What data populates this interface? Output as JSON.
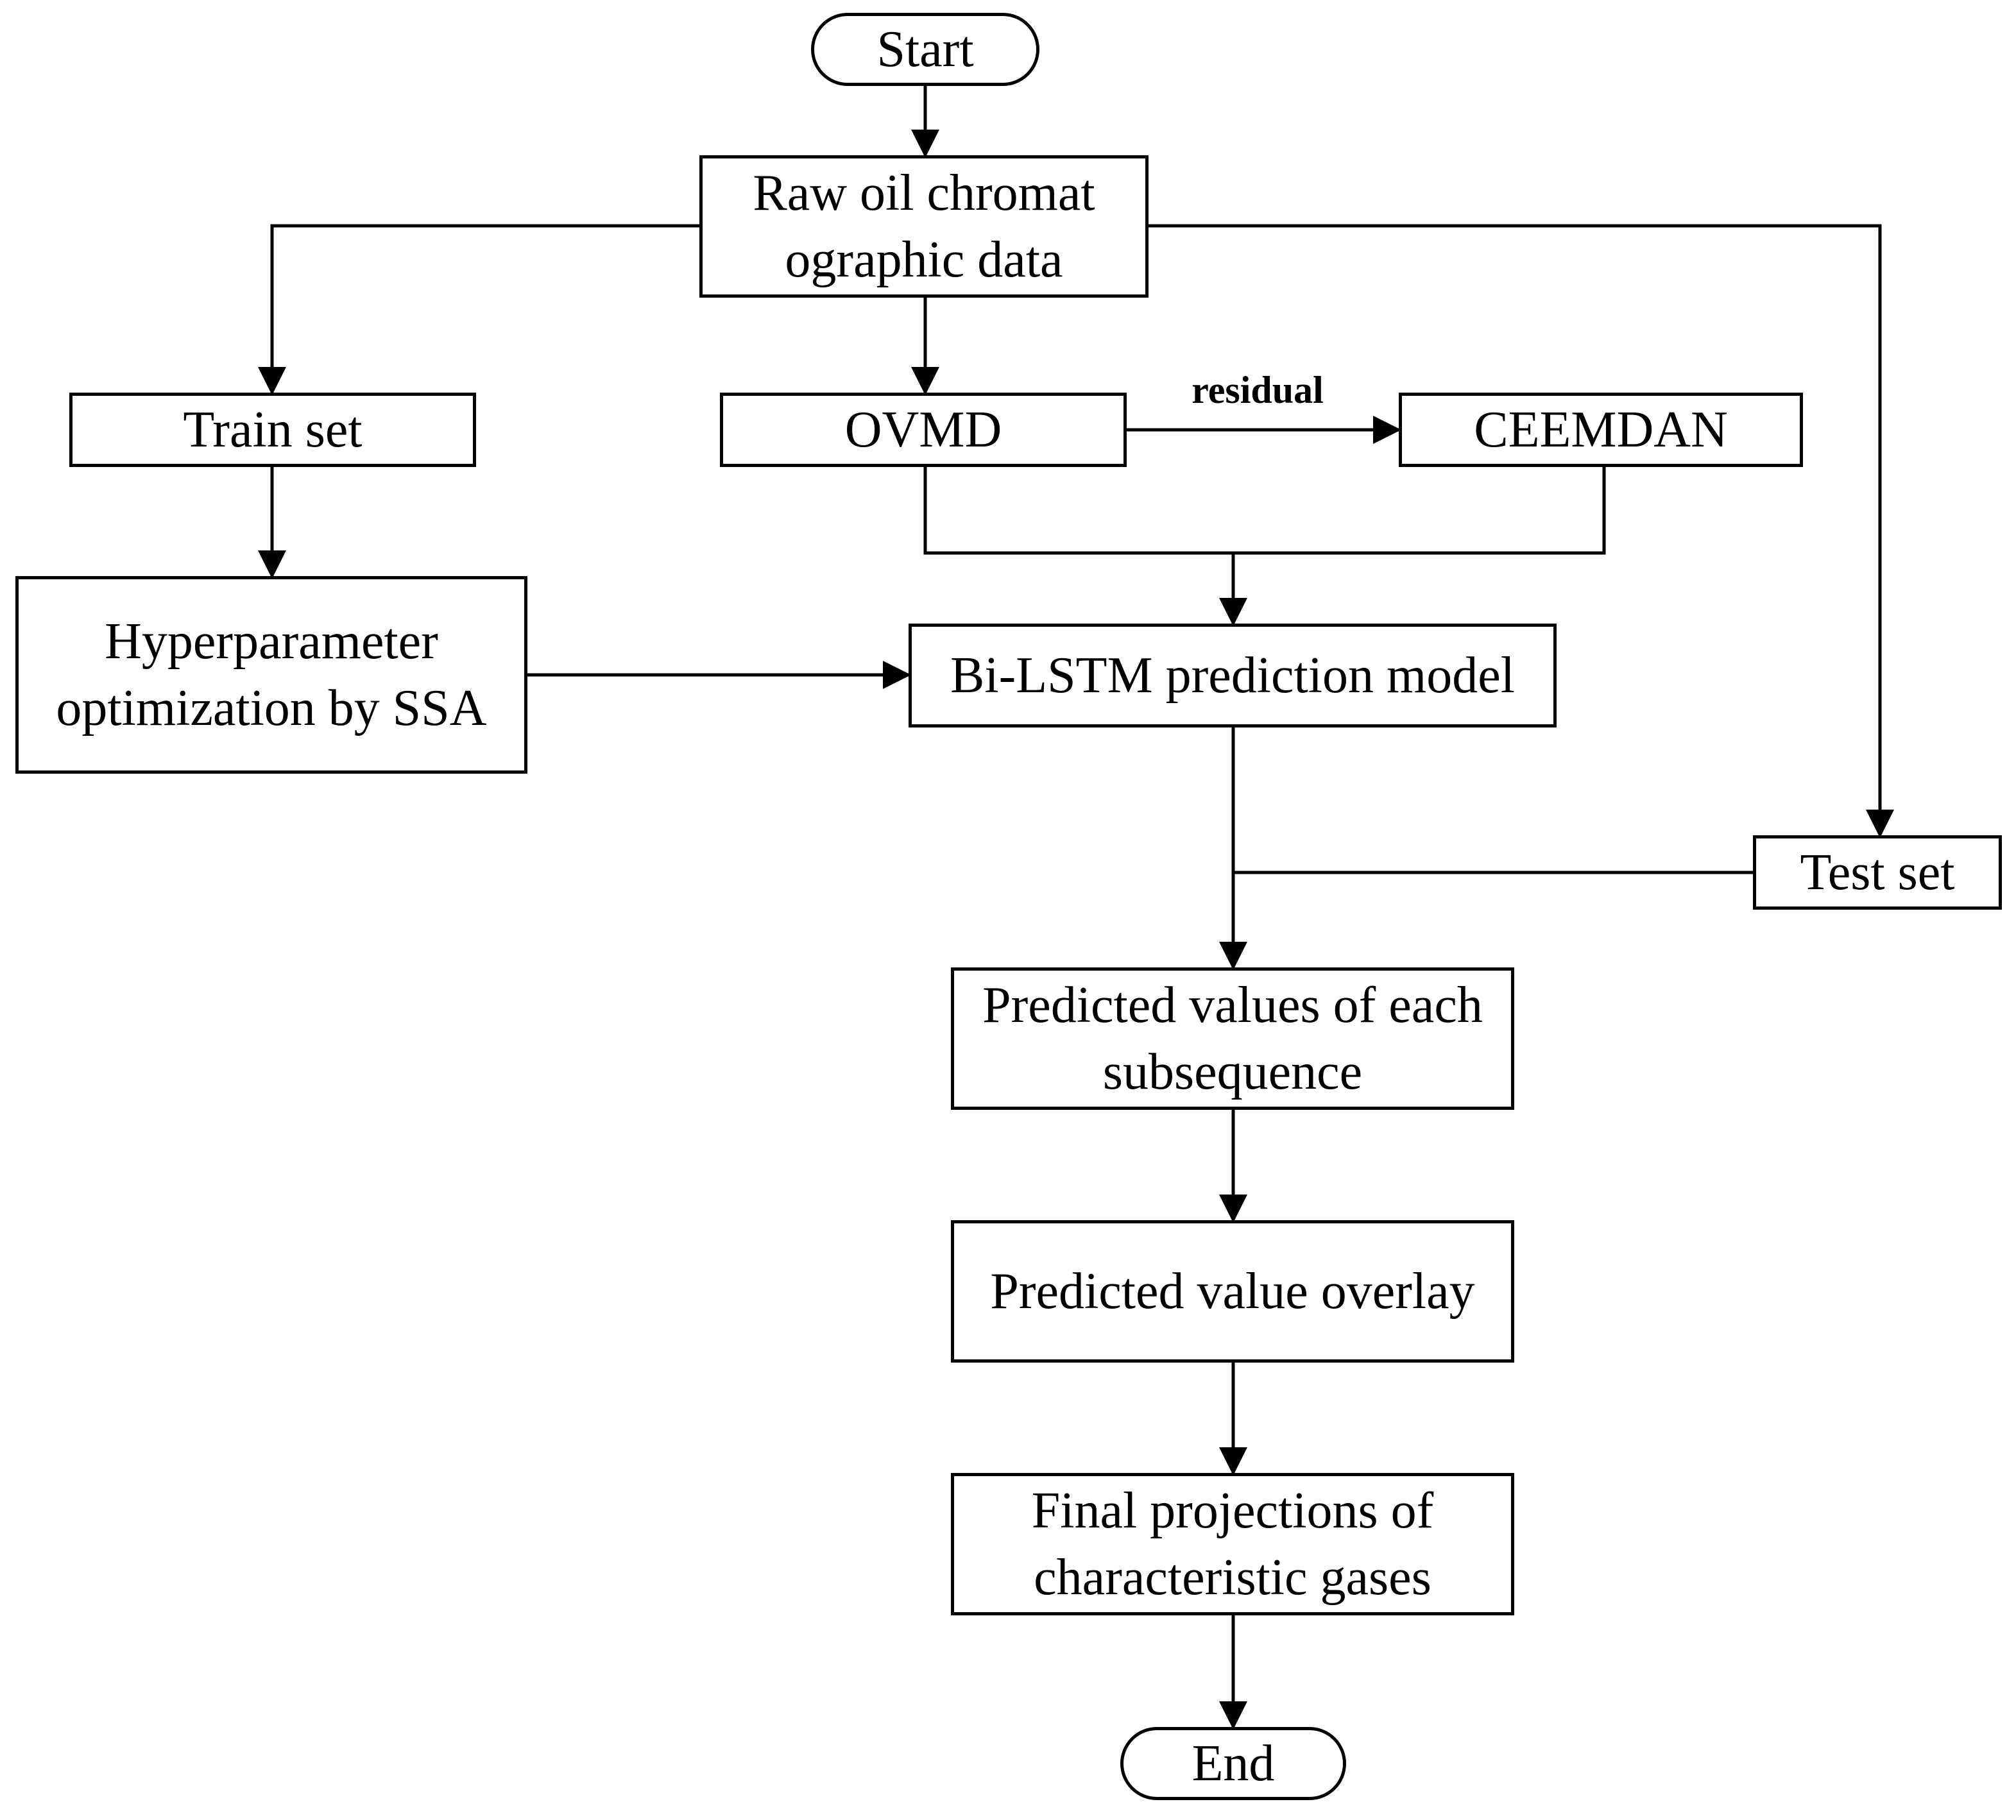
{
  "nodes": {
    "start": "Start",
    "raw_data": "Raw oil chromat\nographic data",
    "train_set": "Train set",
    "ovmd": "OVMD",
    "ceemdan": "CEEMDAN",
    "hyperparameter": "Hyperparameter\noptimization by SSA",
    "bilstm": "Bi-LSTM prediction model",
    "test_set": "Test set",
    "predicted_each": "Predicted values of each\nsubsequence",
    "overlay": "Predicted value overlay",
    "final": "Final projections of\ncharacteristic gases",
    "end": "End"
  },
  "edge_labels": {
    "residual": "residual"
  }
}
